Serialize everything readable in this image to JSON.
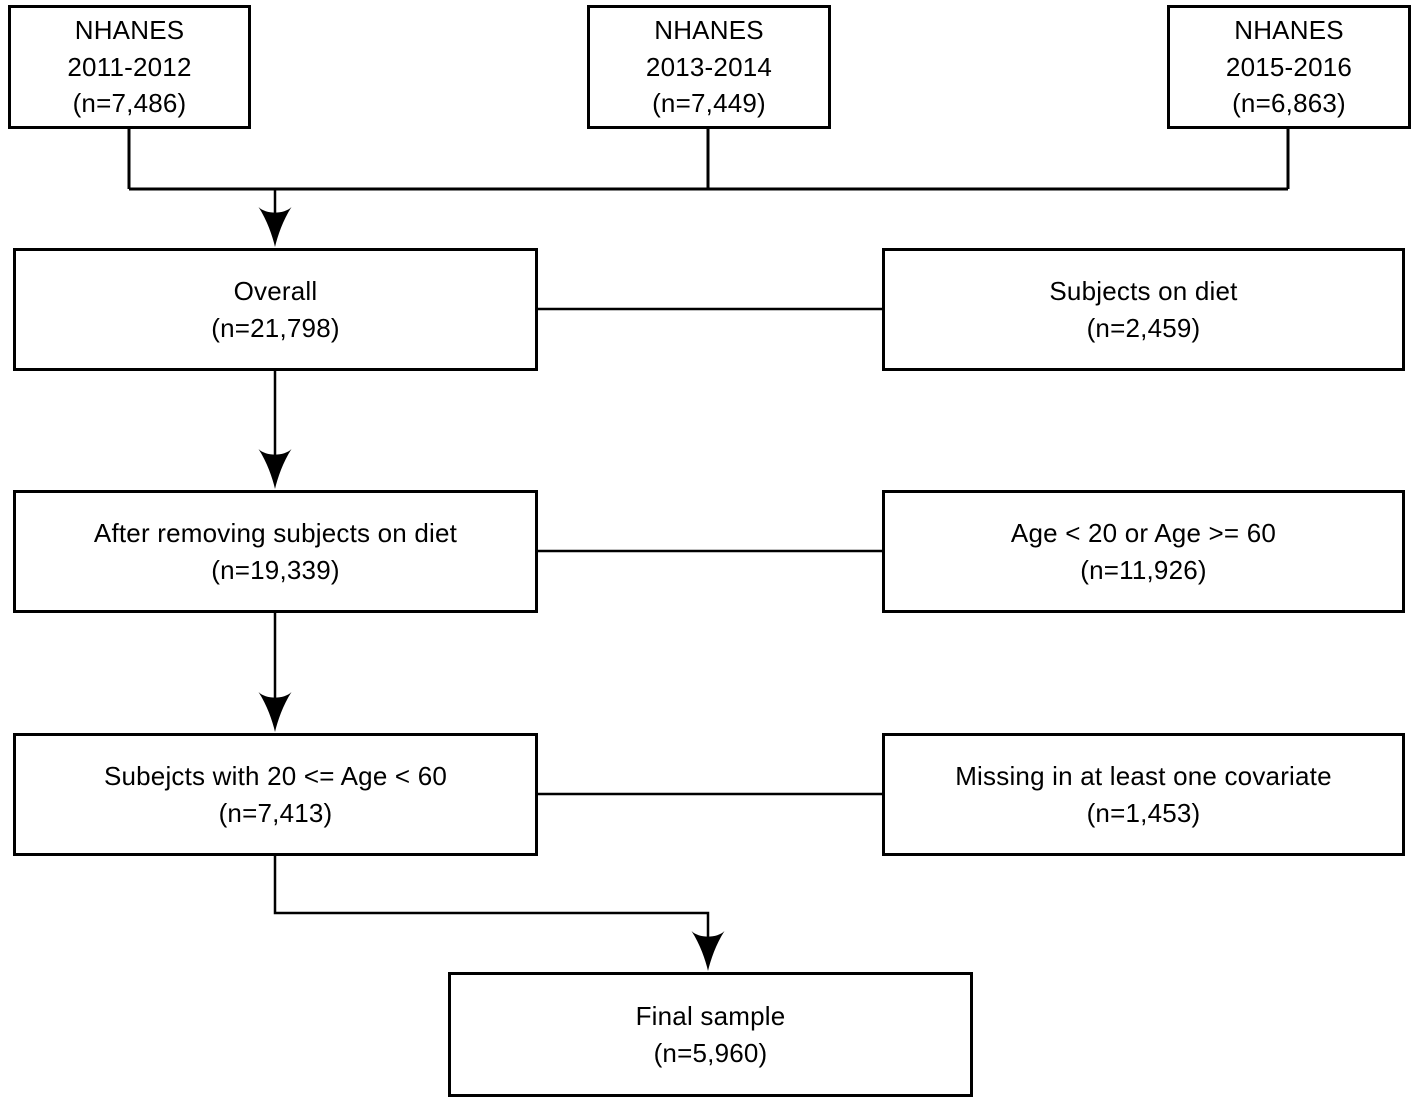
{
  "diagram": {
    "type": "participant-flow-chart",
    "nodes": {
      "nhanes_2011_2012": {
        "lines": [
          "NHANES",
          "2011-2012",
          "(n=7,486)"
        ]
      },
      "nhanes_2013_2014": {
        "lines": [
          "NHANES",
          "2013-2014",
          "(n=7,449)"
        ]
      },
      "nhanes_2015_2016": {
        "lines": [
          "NHANES",
          "2015-2016",
          "(n=6,863)"
        ]
      },
      "overall": {
        "lines": [
          "Overall",
          "(n=21,798)"
        ]
      },
      "subjects_on_diet": {
        "lines": [
          "Subjects on diet",
          "(n=2,459)"
        ]
      },
      "after_removing_diet": {
        "lines": [
          "After removing subjects on diet",
          "(n=19,339)"
        ]
      },
      "age_exclusion": {
        "lines": [
          "Age < 20 or Age >= 60",
          "(n=11,926)"
        ]
      },
      "subjects_age_20_60": {
        "lines": [
          "Subejcts with 20 <= Age < 60",
          "(n=7,413)"
        ]
      },
      "missing_covariate": {
        "lines": [
          "Missing in at least one covariate",
          "(n=1,453)"
        ]
      },
      "final_sample": {
        "lines": [
          "Final sample",
          "(n=5,960)"
        ]
      }
    },
    "colors": {
      "line": "#000000",
      "text": "#000000",
      "background": "#ffffff"
    }
  }
}
